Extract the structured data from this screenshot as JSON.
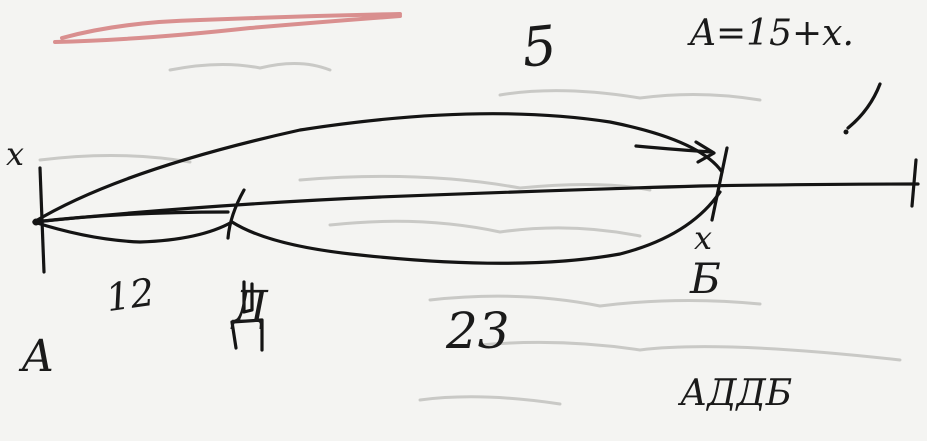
{
  "photo": {
    "paper_color": "#f4f4f2",
    "ink_color": "#141414",
    "show_through_color": "#c9c9c6",
    "red_mark_color": "#d98f8f"
  },
  "labels": {
    "top_distance": "5",
    "formula": "A=15+x.",
    "x_left": "x",
    "x_right": "x",
    "point_a": "A",
    "point_d": "Д",
    "point_b": "Б",
    "distance_ad": "12",
    "distance_db": "23",
    "scribble": "АДДБ"
  }
}
